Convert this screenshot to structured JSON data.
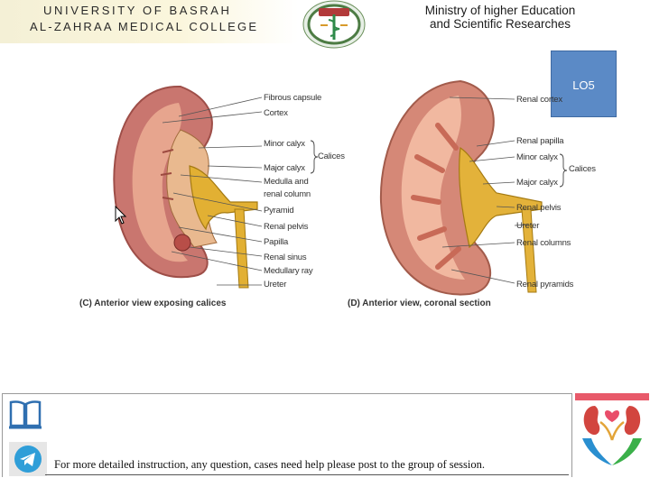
{
  "header": {
    "university": "UNIVERSITY OF BASRAH",
    "college": "AL-ZAHRAA MEDICAL COLLEGE",
    "ministry_line1": "Ministry of higher Education",
    "ministry_line2": "and Scientific Researches"
  },
  "badge": {
    "label": "LO5",
    "color": "#5b8ac6"
  },
  "figure_c": {
    "labels": [
      "Fibrous capsule",
      "Cortex",
      "Minor calyx",
      "Major calyx",
      "Medulla and",
      "renal column",
      "Pyramid",
      "Renal pelvis",
      "Papilla",
      "Renal sinus",
      "Medullary ray",
      "Ureter"
    ],
    "calices": "Calices",
    "caption": "(C) Anterior view exposing calices"
  },
  "figure_d": {
    "labels": [
      "Renal cortex",
      "Renal papilla",
      "Minor calyx",
      "Major calyx",
      "Renal pelvis",
      "Ureter",
      "Renal columns",
      "Renal pyramids"
    ],
    "calices": "Calices",
    "caption": "(D) Anterior view, coronal section"
  },
  "footer": {
    "text": "For more detailed instruction, any question, cases need help please post to the group of session."
  },
  "icons": [
    "book-icon",
    "telegram-icon",
    "kidney-logo",
    "college-logo",
    "cursor-icon"
  ]
}
